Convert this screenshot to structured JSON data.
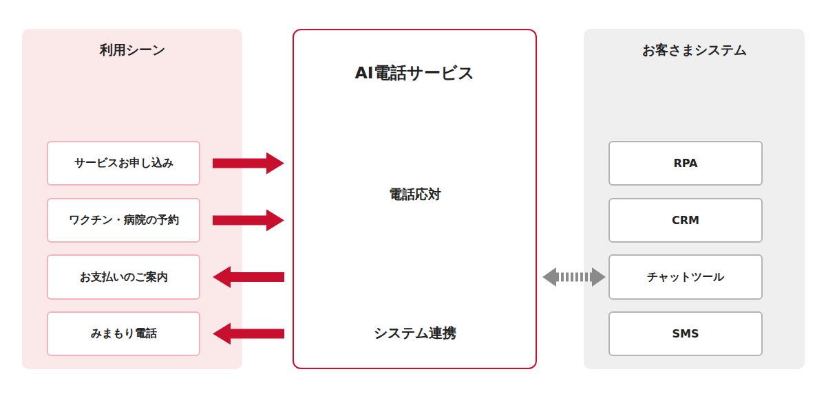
{
  "diagram": {
    "nodes": [
      {
        "text": [
          "利用シーン"
        ]
      },
      {
        "text": [
          "サービスお申し込み"
        ],
        "in": 0
      },
      {
        "text": [
          "ワクチン・病院の予約"
        ],
        "in": 0
      },
      {
        "text": [
          "お支払いのご案内"
        ],
        "in": 0
      },
      {
        "text": [
          "みまもり電話"
        ],
        "in": 0
      },
      {
        "text": [
          "AI電話サービス",
          "電話応対",
          "システム連携"
        ]
      },
      {
        "text": [
          "お客さまシステム"
        ]
      },
      {
        "text": [
          "RPA"
        ],
        "in": 6
      },
      {
        "text": [
          "CRM"
        ],
        "in": 6
      },
      {
        "text": [
          "チャットツール"
        ],
        "in": 6
      },
      {
        "text": [
          "SMS"
        ],
        "in": 6
      }
    ],
    "edges": [
      {
        "from": 1,
        "to": 5,
        "arrow": "to"
      },
      {
        "from": 2,
        "to": 5,
        "arrow": "to"
      },
      {
        "from": 5,
        "to": 3,
        "arrow": "to"
      },
      {
        "from": 5,
        "to": 4,
        "arrow": "to"
      },
      {
        "from": 5,
        "to": 9,
        "arrow": "both"
      }
    ]
  }
}
